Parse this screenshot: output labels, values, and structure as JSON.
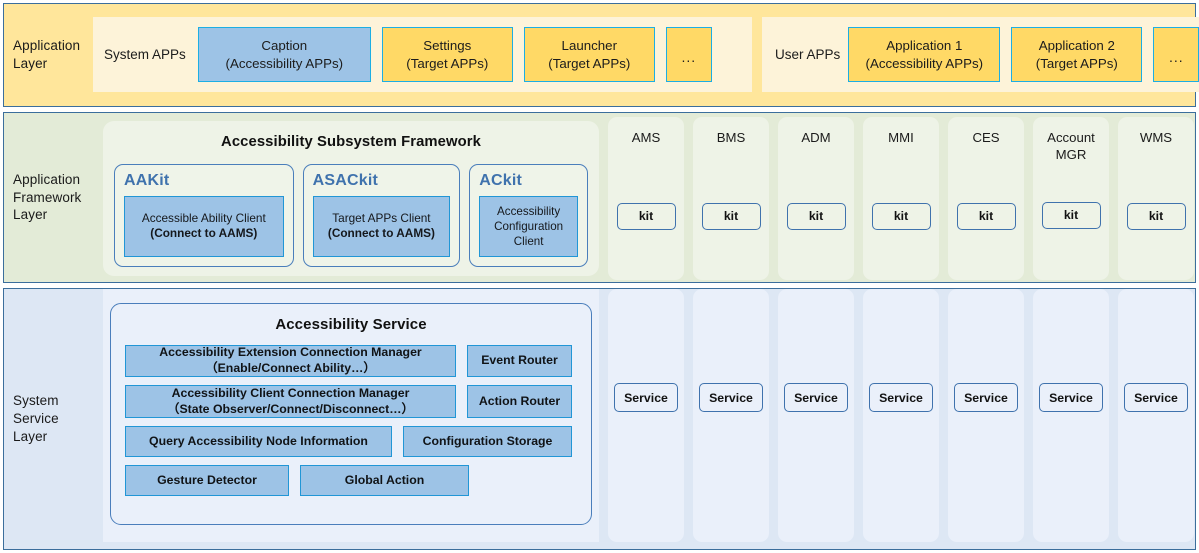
{
  "diagram": {
    "title": "Accessibility Subsystem Architecture",
    "colors": {
      "application_band": "#FFE69B",
      "framework_band": "#E3EBD7",
      "service_band": "#DDE7F4",
      "accessibility_box_blue": "#9DC3E6",
      "target_app_box_gold": "#FFD966",
      "box_border_cyan": "#1CAEE4",
      "box_border_blue": "#4A7EBB",
      "band_border": "#3B6E9C",
      "kit_title_blue": "#3F72AD"
    }
  },
  "layers": {
    "application": {
      "label": "Application\nLayer",
      "groups": [
        {
          "name": "system-apps",
          "label": "System APPs",
          "boxes": [
            {
              "line1": "Caption",
              "line2": "(Accessibility APPs)",
              "style": "blue",
              "width": "w-caption"
            },
            {
              "line1": "Settings",
              "line2": "(Target APPs)",
              "style": "gold",
              "width": "w-std"
            },
            {
              "line1": "Launcher",
              "line2": "(Target APPs)",
              "style": "gold",
              "width": "w-std"
            },
            {
              "line1": "...",
              "line2": "",
              "style": "gold",
              "width": "w-ellipsis"
            }
          ]
        },
        {
          "name": "user-apps",
          "label": "User APPs",
          "boxes": [
            {
              "line1": "Application 1",
              "line2": "(Accessibility APPs)",
              "style": "gold",
              "width": "w-app1"
            },
            {
              "line1": "Application 2",
              "line2": "(Target APPs)",
              "style": "gold",
              "width": "w-app2"
            },
            {
              "line1": "...",
              "line2": "",
              "style": "gold",
              "width": "w-ell2"
            }
          ]
        }
      ]
    },
    "framework": {
      "label": "Application\nFramework\nLayer",
      "subsystem": {
        "title": "Accessibility Subsystem Framework",
        "kits": [
          {
            "name": "AAKit",
            "class": "aakit",
            "inner_line1": "Accessible  Ability Client",
            "inner_line2": "(Connect to AAMS)"
          },
          {
            "name": "ASACkit",
            "class": "asackit",
            "inner_line1": "Target APPs  Client",
            "inner_line2": "(Connect to AAMS)"
          },
          {
            "name": "ACkit",
            "class": "ackit",
            "inner_line1": "Accessibility",
            "inner_line2": "Configuration",
            "inner_line3": "Client"
          }
        ]
      },
      "columns": [
        {
          "title": "AMS",
          "title2": "",
          "chip": "kit"
        },
        {
          "title": "BMS",
          "title2": "",
          "chip": "kit"
        },
        {
          "title": "ADM",
          "title2": "",
          "chip": "kit"
        },
        {
          "title": "MMI",
          "title2": "",
          "chip": "kit"
        },
        {
          "title": "CES",
          "title2": "",
          "chip": "kit"
        },
        {
          "title": "Account",
          "title2": "MGR",
          "chip": "kit"
        },
        {
          "title": "WMS",
          "title2": "",
          "chip": "kit"
        }
      ]
    },
    "service": {
      "label": "System\nService\nLayer",
      "panel": {
        "title": "Accessibility Service",
        "rows": [
          [
            {
              "line1": "Accessibility  Extension Connection Manager",
              "line2": "（Enable/Connect Ability…）",
              "width": "w-wide",
              "height": "h-tall"
            },
            {
              "line1": "Event Router",
              "line2": "",
              "width": "w-side",
              "height": "h-tall"
            }
          ],
          [
            {
              "line1": "Accessibility  Client Connection Manager",
              "line2": "（State Observer/Connect/Disconnect…）",
              "width": "w-wide",
              "height": "h-mid"
            },
            {
              "line1": "Action Router",
              "line2": "",
              "width": "w-side",
              "height": "h-mid"
            }
          ],
          [
            {
              "line1": "Query Accessibility  Node Information",
              "line2": "",
              "width": "w-query",
              "height": "h-short"
            },
            {
              "line1": "Configuration Storage",
              "line2": "",
              "width": "w-cfg",
              "height": "h-short"
            }
          ],
          [
            {
              "line1": "Gesture Detector",
              "line2": "",
              "width": "w-gest",
              "height": "h-short"
            },
            {
              "line1": "Global Action",
              "line2": "",
              "width": "w-glob",
              "height": "h-short"
            }
          ]
        ]
      },
      "columns": [
        {
          "chip": "Service"
        },
        {
          "chip": "Service"
        },
        {
          "chip": "Service"
        },
        {
          "chip": "Service"
        },
        {
          "chip": "Service"
        },
        {
          "chip": "Service"
        },
        {
          "chip": "Service"
        }
      ]
    }
  }
}
